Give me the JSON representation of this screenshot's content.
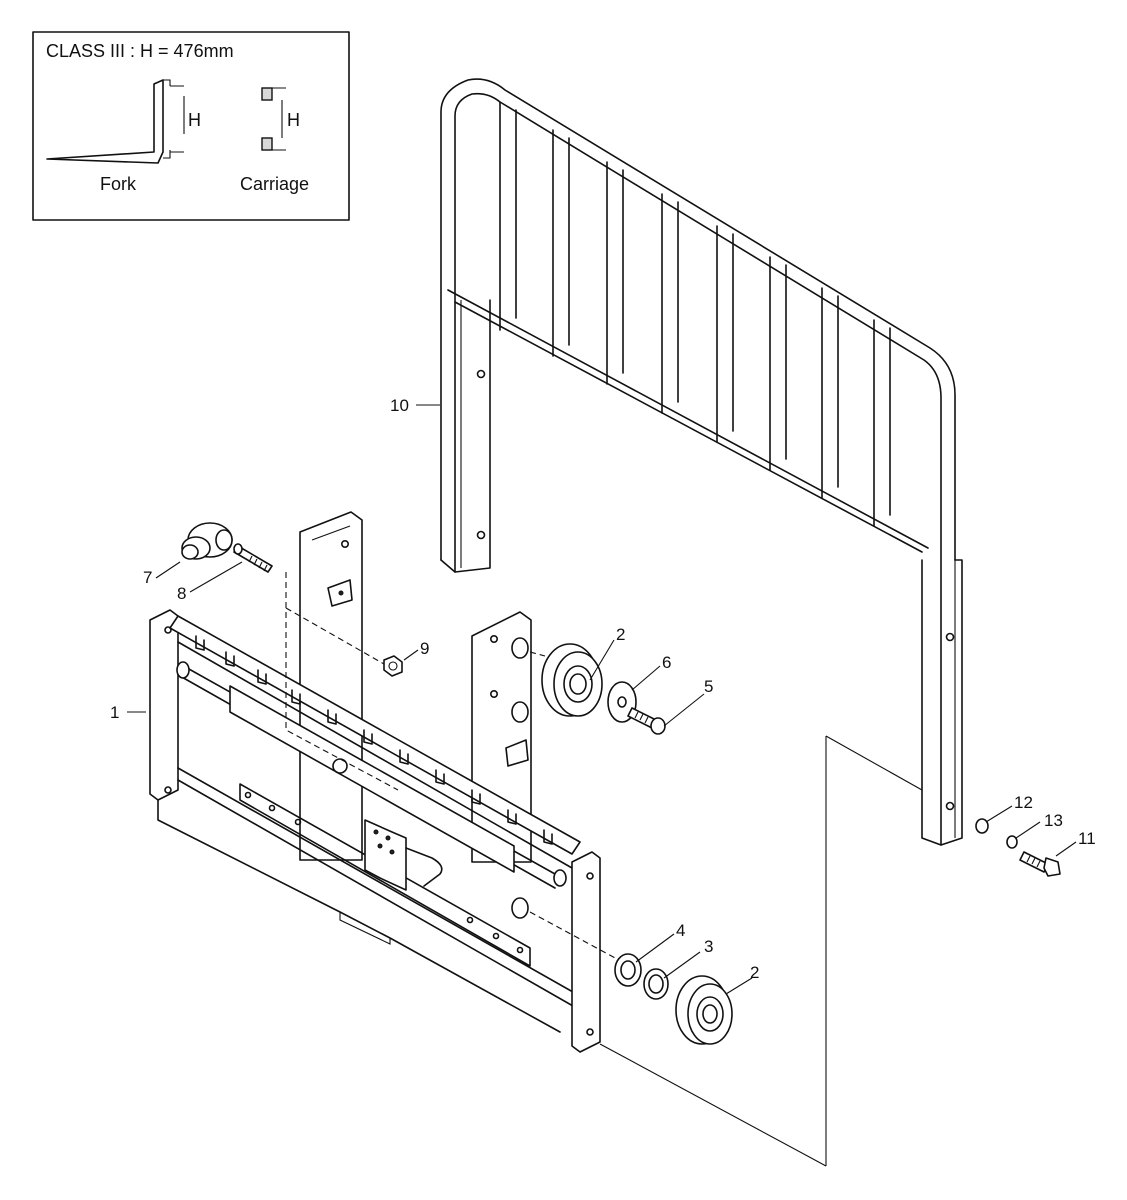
{
  "inset": {
    "title": "CLASS III : H = 476mm",
    "fork_label": "Fork",
    "carriage_label": "Carriage",
    "dim_letter": "H"
  },
  "callouts": [
    {
      "id": "c1",
      "label": "1"
    },
    {
      "id": "c2a",
      "label": "2"
    },
    {
      "id": "c2b",
      "label": "2"
    },
    {
      "id": "c3",
      "label": "3"
    },
    {
      "id": "c4",
      "label": "4"
    },
    {
      "id": "c5",
      "label": "5"
    },
    {
      "id": "c6",
      "label": "6"
    },
    {
      "id": "c7",
      "label": "7"
    },
    {
      "id": "c8",
      "label": "8"
    },
    {
      "id": "c9",
      "label": "9"
    },
    {
      "id": "c10",
      "label": "10"
    },
    {
      "id": "c11",
      "label": "11"
    },
    {
      "id": "c12",
      "label": "12"
    },
    {
      "id": "c13",
      "label": "13"
    }
  ]
}
